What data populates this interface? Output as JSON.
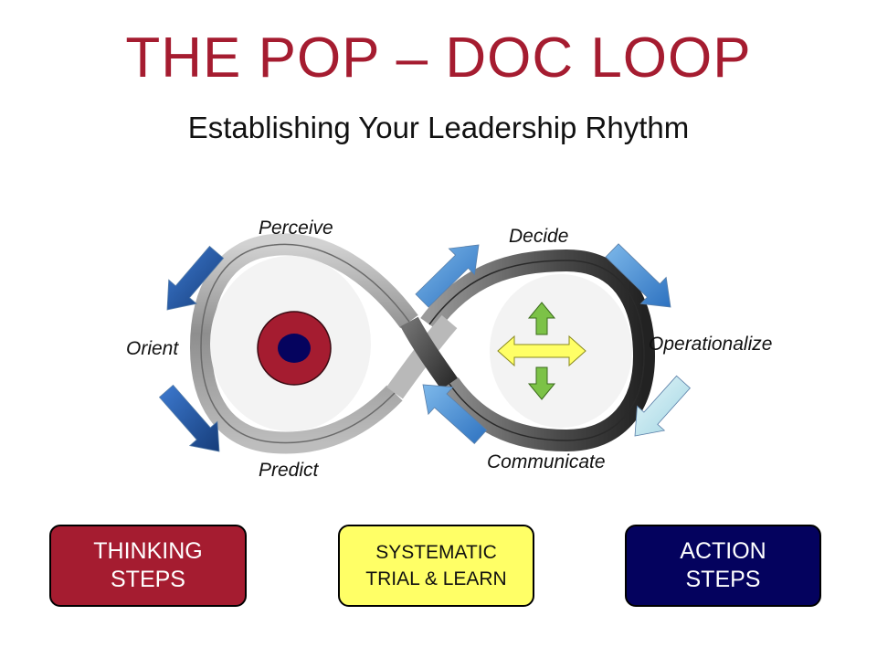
{
  "title": "THE POP – DOC LOOP",
  "subtitle": "Establishing Your Leadership Rhythm",
  "steps": {
    "perceive": "Perceive",
    "orient": "Orient",
    "predict": "Predict",
    "decide": "Decide",
    "operationalize": "Operationalize",
    "communicate": "Communicate"
  },
  "boxes": {
    "thinking": {
      "line1": "THINKING",
      "line2": "STEPS"
    },
    "systematic": {
      "line1": "SYSTEMATIC",
      "line2": "TRIAL & LEARN"
    },
    "action": {
      "line1": "ACTION",
      "line2": "STEPS"
    }
  },
  "icons": {
    "target": "bullseye-icon",
    "directions": "four-way-arrow-icon",
    "flow": "flow-arrow-icon"
  },
  "colors": {
    "title": "#a51c30",
    "thinking": "#a51c30",
    "systematic": "#ffff66",
    "action": "#04025e",
    "arrow_dark": "#1e4c92",
    "arrow_mid": "#3a82cc",
    "arrow_light": "#bfe8ef",
    "green": "#7cc247",
    "yellow": "#ffff66",
    "target_outer": "#a51c30",
    "target_inner": "#05035e"
  }
}
